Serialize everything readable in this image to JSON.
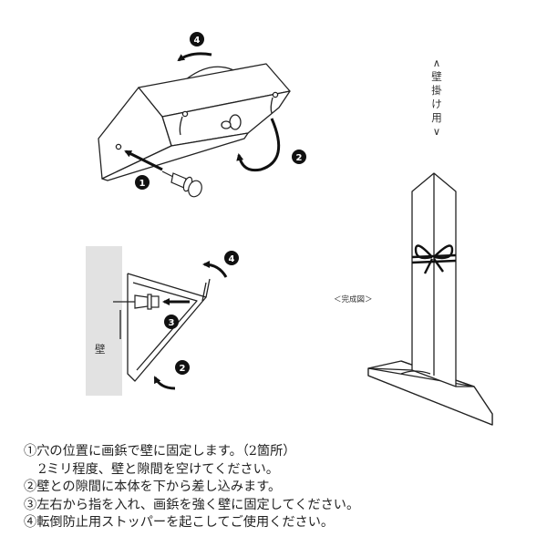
{
  "labels": {
    "vertical_chars": [
      "∧",
      "壁",
      "掛",
      "け",
      "用",
      "∨"
    ],
    "complete_caption": "＜完成図＞",
    "wall": "壁",
    "markers": [
      "1",
      "2",
      "3",
      "4"
    ]
  },
  "steps": [
    "①穴の位置に画鋲で壁に固定します。（2箇所）",
    "2ミリ程度、壁と隙間を空けてください。",
    "②壁との隙間に本体を下から差し込みます。",
    "③左右から指を入れ、画鋲を強く壁に固定してください。",
    "④転倒防止用ストッパーを起こしてご使用ください。"
  ],
  "colors": {
    "line": "#222222",
    "wall_gray": "#e2e2e2",
    "marker_fill": "#111111",
    "marker_text": "#ffffff"
  }
}
